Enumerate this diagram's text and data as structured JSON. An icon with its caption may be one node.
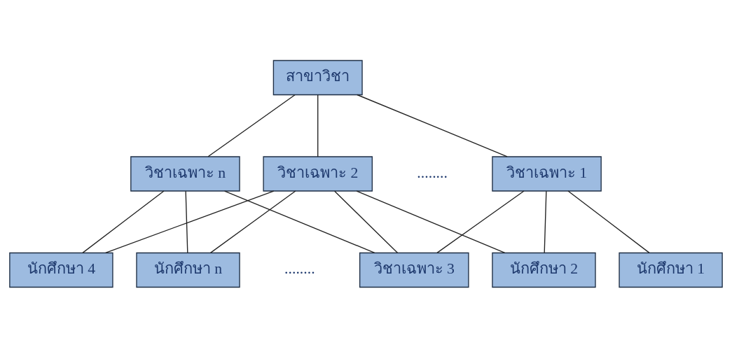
{
  "diagram": {
    "nodes": [
      {
        "text": [
          "สาขาวิชา"
        ]
      },
      {
        "text": [
          "วิชาเฉพาะ 1"
        ]
      },
      {
        "text": [
          "วิชาเฉพาะ 2"
        ]
      },
      {
        "text": [
          "วิชาเฉพาะ n"
        ]
      },
      {
        "text": [
          "นักศึกษา 1"
        ]
      },
      {
        "text": [
          "นักศึกษา 2"
        ]
      },
      {
        "text": [
          "วิชาเฉพาะ 3"
        ]
      },
      {
        "text": [
          "นักศึกษา 4"
        ]
      },
      {
        "text": [
          "นักศึกษา n"
        ]
      }
    ],
    "edges": [
      {
        "from": 0,
        "to": 1,
        "arrow": "none"
      },
      {
        "from": 0,
        "to": 2,
        "arrow": "none"
      },
      {
        "from": 0,
        "to": 3,
        "arrow": "none"
      },
      {
        "from": 1,
        "to": 4,
        "arrow": "none"
      },
      {
        "from": 1,
        "to": 5,
        "arrow": "none"
      },
      {
        "from": 1,
        "to": 6,
        "arrow": "none"
      },
      {
        "from": 2,
        "to": 5,
        "arrow": "none"
      },
      {
        "from": 2,
        "to": 6,
        "arrow": "none"
      },
      {
        "from": 2,
        "to": 7,
        "arrow": "none"
      },
      {
        "from": 2,
        "to": 8,
        "arrow": "none"
      },
      {
        "from": 3,
        "to": 6,
        "arrow": "none"
      },
      {
        "from": 3,
        "to": 7,
        "arrow": "none"
      },
      {
        "from": 3,
        "to": 8,
        "arrow": "none"
      }
    ],
    "labels": [
      "........",
      "........"
    ]
  }
}
